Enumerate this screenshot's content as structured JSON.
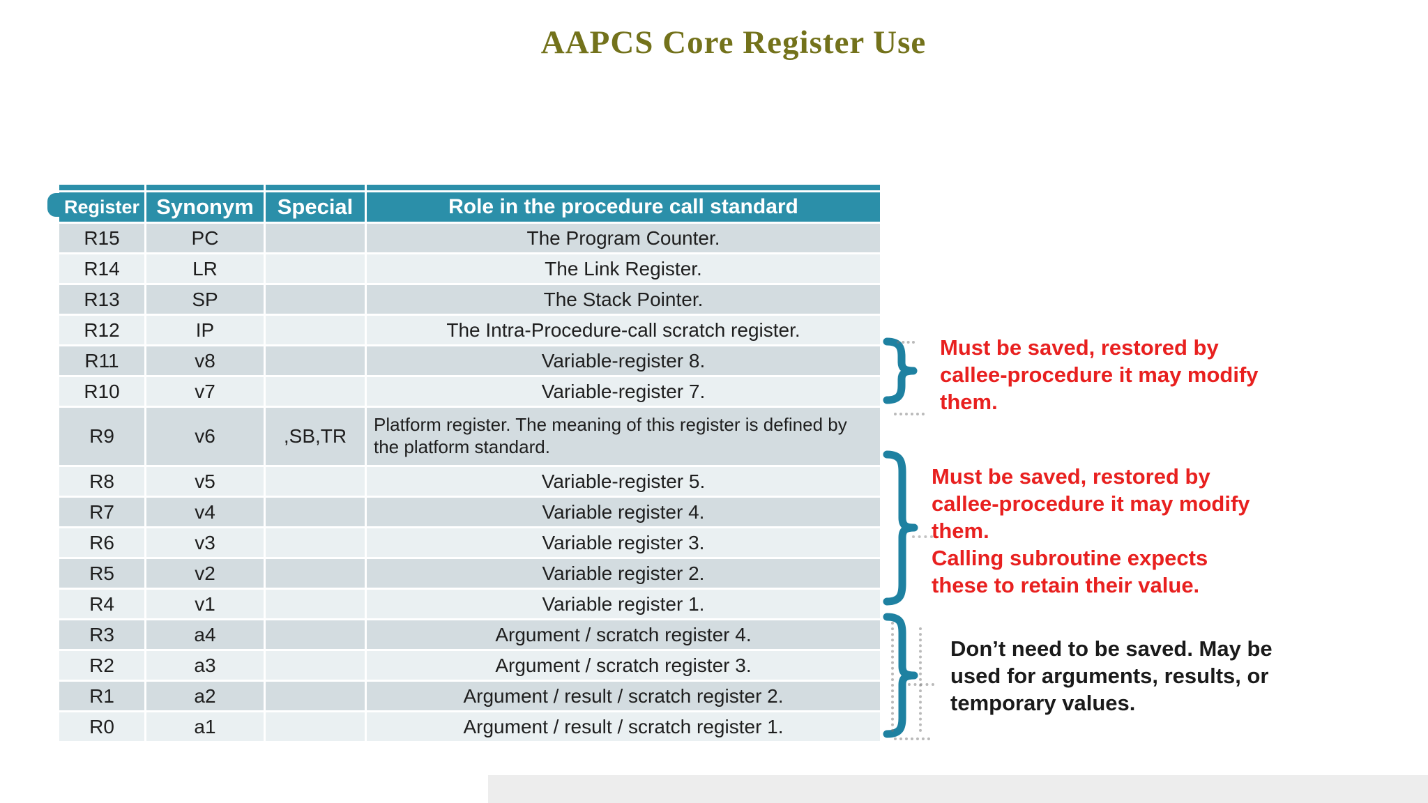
{
  "slide": {
    "title": "AAPCS Core Register Use"
  },
  "table": {
    "headers": [
      "Register",
      "Synonym",
      "Special",
      "Role in the procedure call standard"
    ],
    "rows": [
      {
        "register": "R15",
        "synonym": "PC",
        "special": "",
        "role": "The Program Counter."
      },
      {
        "register": "R14",
        "synonym": "LR",
        "special": "",
        "role": "The Link Register."
      },
      {
        "register": "R13",
        "synonym": "SP",
        "special": "",
        "role": "The Stack Pointer."
      },
      {
        "register": "R12",
        "synonym": "IP",
        "special": "",
        "role": "The Intra-Procedure-call scratch register."
      },
      {
        "register": "R11",
        "synonym": "v8",
        "special": "",
        "role": "Variable-register 8."
      },
      {
        "register": "R10",
        "synonym": "v7",
        "special": "",
        "role": "Variable-register 7."
      },
      {
        "register": "R9",
        "synonym": "v6",
        "special": ",SB,TR",
        "role": "Platform register. The meaning of this register is defined by the platform standard.",
        "tall": true,
        "role_align": "left"
      },
      {
        "register": "R8",
        "synonym": "v5",
        "special": "",
        "role": "Variable-register 5."
      },
      {
        "register": "R7",
        "synonym": "v4",
        "special": "",
        "role": "Variable register 4."
      },
      {
        "register": "R6",
        "synonym": "v3",
        "special": "",
        "role": "Variable register 3."
      },
      {
        "register": "R5",
        "synonym": "v2",
        "special": "",
        "role": "Variable register 2."
      },
      {
        "register": "R4",
        "synonym": "v1",
        "special": "",
        "role": "Variable register 1."
      },
      {
        "register": "R3",
        "synonym": "a4",
        "special": "",
        "role": "Argument / scratch register 4."
      },
      {
        "register": "R2",
        "synonym": "a3",
        "special": "",
        "role": "Argument / scratch register 3."
      },
      {
        "register": "R1",
        "synonym": "a2",
        "special": "",
        "role": "Argument / result / scratch register 2."
      },
      {
        "register": "R0",
        "synonym": "a1",
        "special": "",
        "role": "Argument / result / scratch register 1."
      }
    ]
  },
  "annotations": [
    {
      "color": "#E8201F",
      "lines": [
        "Must be saved, restored by",
        "callee-procedure it may modify",
        "them."
      ]
    },
    {
      "color": "#E8201F",
      "lines": [
        "Must be saved, restored by",
        "callee-procedure it may modify",
        "them.",
        "Calling subroutine expects",
        "these to retain their value."
      ]
    },
    {
      "color": "#1A1A1A",
      "lines": [
        "Don’t need to be saved. May be",
        "used for arguments, results, or",
        "temporary values."
      ]
    }
  ],
  "colors": {
    "header_teal": "#2B8FA9",
    "brace_teal": "#1E81A1",
    "row_dark": "#D3DCE0",
    "row_light": "#EAF0F2",
    "title_olive": "#73721B",
    "annotation_red": "#E8201F",
    "annotation_black": "#1A1A1A"
  }
}
